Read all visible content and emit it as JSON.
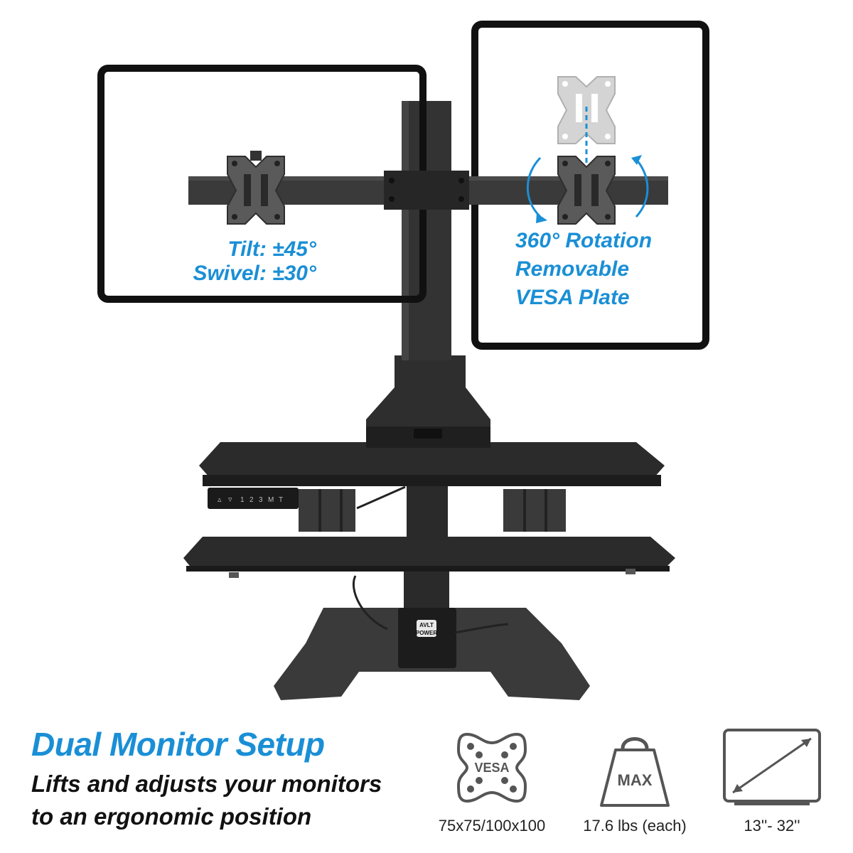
{
  "callouts": {
    "tilt": "Tilt: ±45°",
    "swivel": "Swivel: ±30°",
    "rotation": "360° Rotation",
    "removable": "Removable",
    "vesa_plate": "VESA Plate"
  },
  "controller_keys": [
    "1",
    "2",
    "3",
    "M",
    "T"
  ],
  "brand_logo_text": [
    "AVLT",
    "POWER"
  ],
  "headline": "Dual Monitor Setup",
  "subline_1": "Lifts and adjusts your monitors",
  "subline_2": "to an ergonomic position",
  "specs": [
    {
      "icon": "vesa-icon",
      "label": "VESA",
      "caption": "75x75/100x100"
    },
    {
      "icon": "weight-icon",
      "label": "MAX",
      "caption": "17.6 lbs (each)"
    },
    {
      "icon": "screen-size-icon",
      "caption": "13''- 32''"
    }
  ],
  "colors": {
    "accent_blue": "#1a8fd6",
    "frame_black": "#111111",
    "desk_dark": "#2b2b2b"
  }
}
